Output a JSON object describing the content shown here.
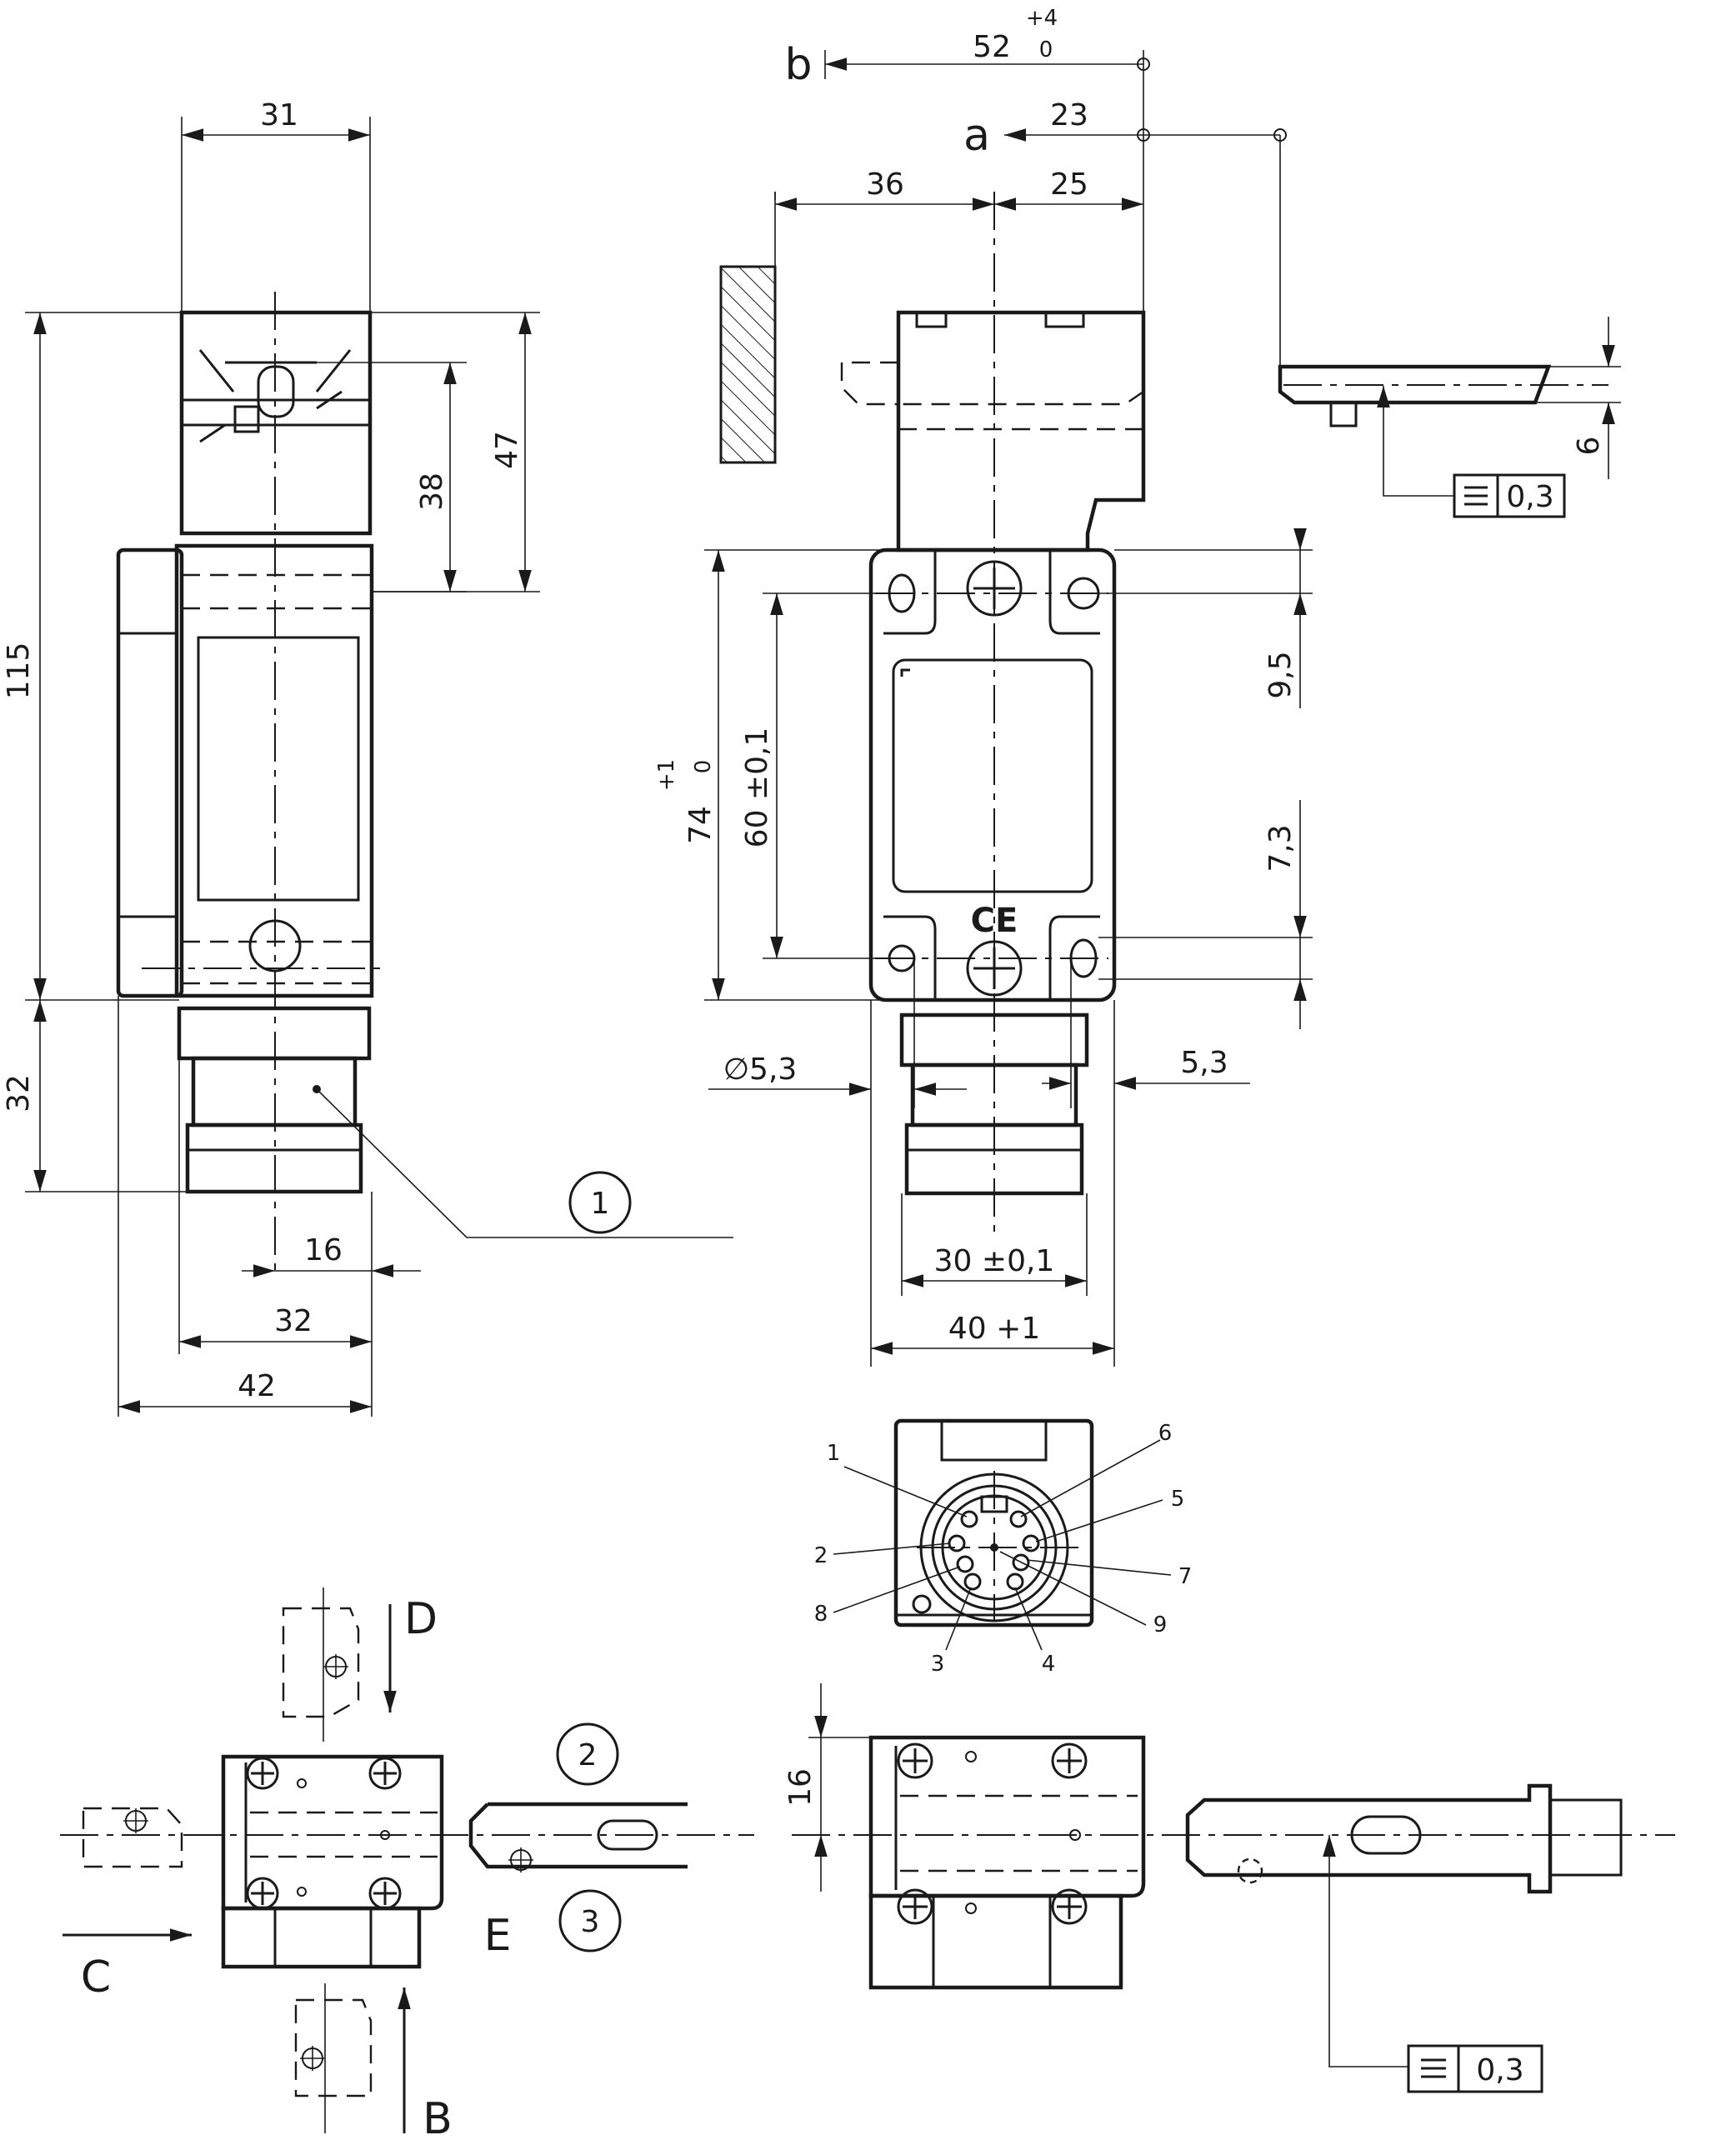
{
  "dimensions": {
    "d31": "31",
    "d115": "115",
    "d38": "38",
    "d47": "47",
    "d32v": "32",
    "d16h": "16",
    "d32h": "32",
    "d42": "42",
    "d52": "52",
    "d52_tol_upper": "+4",
    "d52_tol_lower": "0",
    "d23": "23",
    "d36": "36",
    "d25": "25",
    "d74": "74",
    "d74_tol_upper": "+1",
    "d74_tol_lower": "0",
    "d60": "60 ±0,1",
    "d9_5": "9,5",
    "d7_3": "7,3",
    "d6": "6",
    "dia5_3": "∅5,3",
    "d5_3": "5,3",
    "d30": "30 ±0,1",
    "d40": "40 +1",
    "d16v": "16"
  },
  "labels": {
    "a": "a",
    "b": "b",
    "B": "B",
    "C": "C",
    "D": "D",
    "E": "E"
  },
  "callouts": {
    "c1": "1",
    "c2": "2",
    "c3": "3"
  },
  "pins": {
    "p1": "1",
    "p2": "2",
    "p3": "3",
    "p4": "4",
    "p5": "5",
    "p6": "6",
    "p7": "7",
    "p8": "8",
    "p9": "9"
  },
  "tolerance_frames": {
    "flatness_top": "0,3",
    "flatness_bottom": "0,3"
  },
  "symbols": {
    "ce_mark": "CE",
    "flatness_symbol": "flatness-icon"
  }
}
